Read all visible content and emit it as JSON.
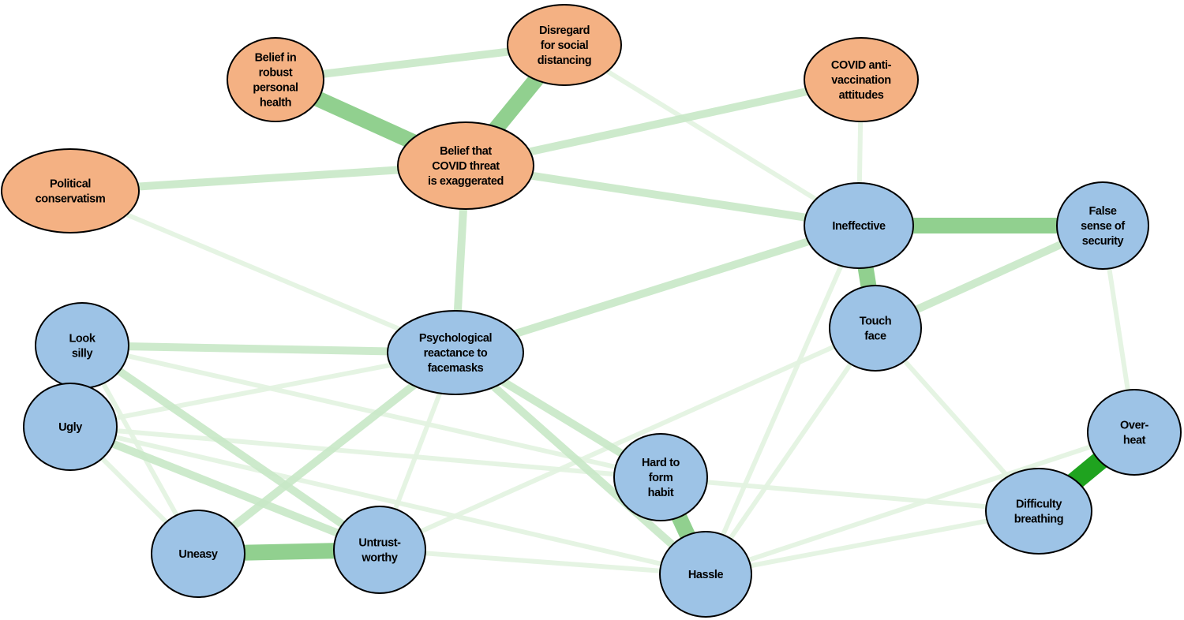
{
  "diagram": {
    "colors": {
      "orange_node": "#f4b183",
      "blue_node": "#9dc3e6",
      "edge_strong": "#1fa31f",
      "edge_medium": "#6cc06a",
      "edge_weak": "#c8e8c6",
      "edge_faint": "#e2f3e0"
    },
    "nodes": [
      {
        "id": "belief_health",
        "label": [
          "Belief in",
          "robust",
          "personal",
          "health"
        ],
        "group": "orange"
      },
      {
        "id": "disregard",
        "label": [
          "Disregard",
          "for social",
          "distancing"
        ],
        "group": "orange"
      },
      {
        "id": "antivax",
        "label": [
          "COVID anti-",
          "vaccination",
          "attitudes"
        ],
        "group": "orange"
      },
      {
        "id": "political",
        "label": [
          "Political",
          "conservatism"
        ],
        "group": "orange"
      },
      {
        "id": "threat",
        "label": [
          "Belief that",
          "COVID threat",
          "is exaggerated"
        ],
        "group": "orange"
      },
      {
        "id": "ineffective",
        "label": [
          "Ineffective"
        ],
        "group": "blue"
      },
      {
        "id": "false_security",
        "label": [
          "False",
          "sense of",
          "security"
        ],
        "group": "blue"
      },
      {
        "id": "touch_face",
        "label": [
          "Touch",
          "face"
        ],
        "group": "blue"
      },
      {
        "id": "reactance",
        "label": [
          "Psychological",
          "reactance to",
          "facemasks"
        ],
        "group": "blue"
      },
      {
        "id": "look_silly",
        "label": [
          "Look",
          "silly"
        ],
        "group": "blue"
      },
      {
        "id": "ugly",
        "label": [
          "Ugly"
        ],
        "group": "blue"
      },
      {
        "id": "uneasy",
        "label": [
          "Uneasy"
        ],
        "group": "blue"
      },
      {
        "id": "untrustworthy",
        "label": [
          "Untrust-",
          "worthy"
        ],
        "group": "blue"
      },
      {
        "id": "hard_habit",
        "label": [
          "Hard to",
          "form",
          "habit"
        ],
        "group": "blue"
      },
      {
        "id": "hassle",
        "label": [
          "Hassle"
        ],
        "group": "blue"
      },
      {
        "id": "overheat",
        "label": [
          "Over-",
          "heat"
        ],
        "group": "blue"
      },
      {
        "id": "difficulty_breathing",
        "label": [
          "Difficulty",
          "breathing"
        ],
        "group": "blue"
      }
    ],
    "edges": [
      {
        "source": "belief_health",
        "target": "disregard",
        "strength": "weak"
      },
      {
        "source": "belief_health",
        "target": "threat",
        "strength": "medium"
      },
      {
        "source": "disregard",
        "target": "threat",
        "strength": "medium"
      },
      {
        "source": "disregard",
        "target": "ineffective",
        "strength": "faint"
      },
      {
        "source": "antivax",
        "target": "threat",
        "strength": "weak"
      },
      {
        "source": "antivax",
        "target": "ineffective",
        "strength": "faint"
      },
      {
        "source": "political",
        "target": "threat",
        "strength": "weak"
      },
      {
        "source": "political",
        "target": "reactance",
        "strength": "faint"
      },
      {
        "source": "threat",
        "target": "ineffective",
        "strength": "weak"
      },
      {
        "source": "threat",
        "target": "reactance",
        "strength": "weak"
      },
      {
        "source": "ineffective",
        "target": "false_security",
        "strength": "medium"
      },
      {
        "source": "ineffective",
        "target": "touch_face",
        "strength": "medium"
      },
      {
        "source": "ineffective",
        "target": "reactance",
        "strength": "weak"
      },
      {
        "source": "ineffective",
        "target": "hassle",
        "strength": "faint"
      },
      {
        "source": "false_security",
        "target": "touch_face",
        "strength": "weak"
      },
      {
        "source": "false_security",
        "target": "overheat",
        "strength": "faint"
      },
      {
        "source": "touch_face",
        "target": "hassle",
        "strength": "faint"
      },
      {
        "source": "touch_face",
        "target": "untrustworthy",
        "strength": "faint"
      },
      {
        "source": "touch_face",
        "target": "difficulty_breathing",
        "strength": "faint"
      },
      {
        "source": "reactance",
        "target": "look_silly",
        "strength": "weak"
      },
      {
        "source": "reactance",
        "target": "ugly",
        "strength": "faint"
      },
      {
        "source": "reactance",
        "target": "uneasy",
        "strength": "weak"
      },
      {
        "source": "reactance",
        "target": "untrustworthy",
        "strength": "faint"
      },
      {
        "source": "reactance",
        "target": "hard_habit",
        "strength": "weak"
      },
      {
        "source": "reactance",
        "target": "hassle",
        "strength": "weak"
      },
      {
        "source": "look_silly",
        "target": "ugly",
        "strength": "strong"
      },
      {
        "source": "look_silly",
        "target": "untrustworthy",
        "strength": "weak"
      },
      {
        "source": "look_silly",
        "target": "uneasy",
        "strength": "faint"
      },
      {
        "source": "look_silly",
        "target": "hard_habit",
        "strength": "faint"
      },
      {
        "source": "ugly",
        "target": "untrustworthy",
        "strength": "weak"
      },
      {
        "source": "ugly",
        "target": "uneasy",
        "strength": "faint"
      },
      {
        "source": "ugly",
        "target": "hassle",
        "strength": "faint"
      },
      {
        "source": "ugly",
        "target": "difficulty_breathing",
        "strength": "faint"
      },
      {
        "source": "uneasy",
        "target": "untrustworthy",
        "strength": "medium"
      },
      {
        "source": "untrustworthy",
        "target": "hassle",
        "strength": "faint"
      },
      {
        "source": "hard_habit",
        "target": "hassle",
        "strength": "medium"
      },
      {
        "source": "hassle",
        "target": "difficulty_breathing",
        "strength": "faint"
      },
      {
        "source": "hassle",
        "target": "overheat",
        "strength": "faint"
      },
      {
        "source": "overheat",
        "target": "difficulty_breathing",
        "strength": "strong"
      }
    ]
  }
}
